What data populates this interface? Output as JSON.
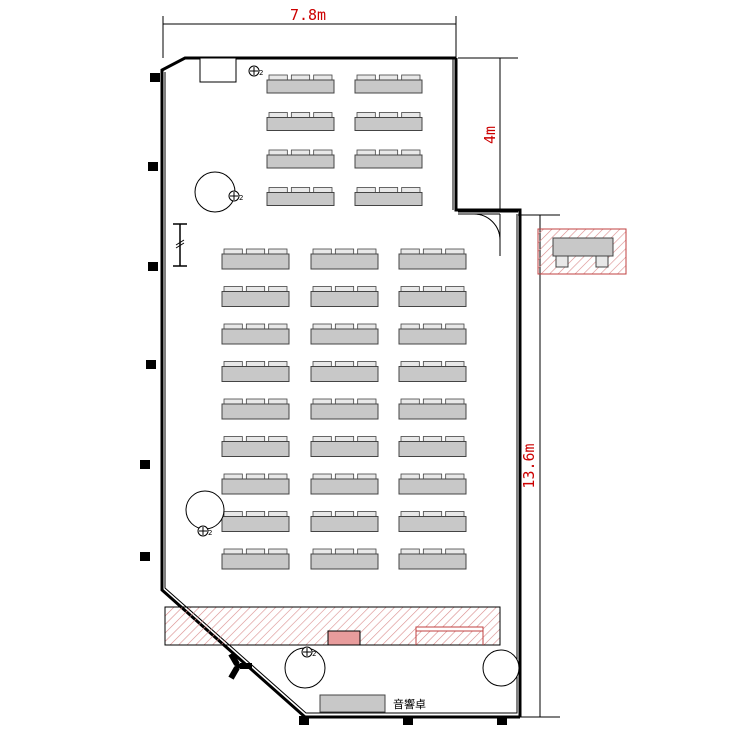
{
  "dimensions": {
    "width_label": "7.8m",
    "top_right_depth_label": "4m",
    "right_length_label": "13.6m"
  },
  "room": {
    "upper_table_grid": {
      "rows": 4,
      "cols": 2,
      "seats_per_table": 3
    },
    "main_table_grid": {
      "rows": 9,
      "cols": 3,
      "seats_per_table": 3
    },
    "stage_label": "",
    "sound_desk_label": "音響卓"
  },
  "microphones": {
    "label": "2",
    "count": 4
  },
  "colors": {
    "wall": "#000000",
    "table_fill": "#c8c8c8",
    "table_stroke": "#444444",
    "chair_fill": "#e8e8e8",
    "dimension": "#cc0000",
    "stage_hatch": "#d98c8c",
    "stage_block": "#e89c9c",
    "column_mark": "#000000"
  }
}
